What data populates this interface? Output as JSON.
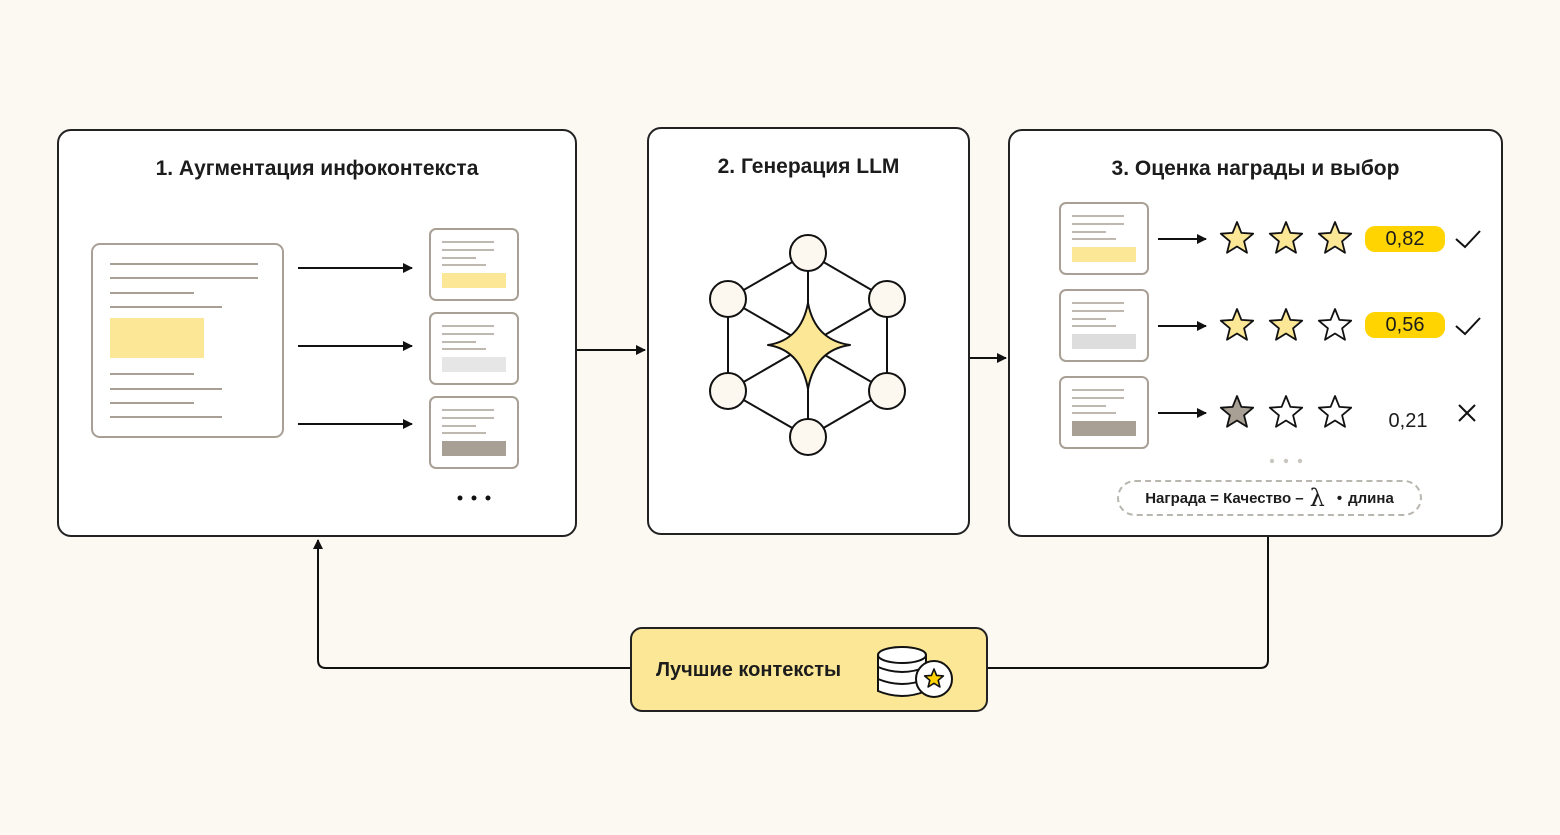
{
  "panels": {
    "augment": {
      "title": "1. Аугментация инфоконтекста"
    },
    "generate": {
      "title": "2. Генерация LLM"
    },
    "reward": {
      "title": "3. Оценка награды и выбор",
      "rows": [
        {
          "score": "0,82",
          "stars_filled": 3,
          "highlight": "#fbe795",
          "selected": true
        },
        {
          "score": "0,56",
          "stars_filled": 2,
          "highlight": "#dddddd",
          "selected": true
        },
        {
          "score": "0,21",
          "stars_filled": 1,
          "highlight": "#a8a095",
          "selected": false
        }
      ],
      "formula": {
        "left": "Награда = Качество –",
        "lambda": "λ",
        "dot": "•",
        "right": "длина"
      }
    }
  },
  "best_contexts": {
    "label": "Лучшие контексты"
  },
  "colors": {
    "accent_yellow": "#ffd400",
    "light_yellow": "#fbe795",
    "gray_fill": "#dddddd",
    "dark_fill": "#a8a095",
    "background": "#fcf8f2"
  }
}
